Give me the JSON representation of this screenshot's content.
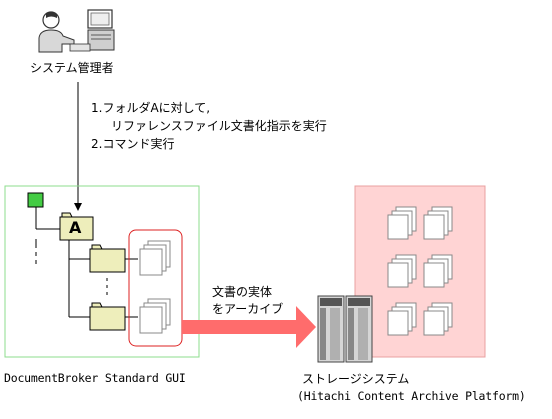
{
  "actor": {
    "label": "システム管理者",
    "icons": [
      "user-icon",
      "computer-icon"
    ]
  },
  "steps": {
    "step1_line1": "1.フォルダAに対して,",
    "step1_line2": "リファレンスファイル文書化指示を実行",
    "step2": "2.コマンド実行"
  },
  "gui": {
    "caption": "DocumentBroker Standard GUI",
    "selected_folder_label": "A",
    "icons": [
      "root-node-icon",
      "folder-icon",
      "document-stack-icon"
    ]
  },
  "transfer": {
    "label_line1": "文書の実体",
    "label_line2": "をアーカイブ"
  },
  "storage": {
    "caption_line1": "ストレージシステム",
    "caption_line2": "(Hitachi Content Archive Platform)",
    "icons": [
      "server-icon",
      "document-stack-icon"
    ]
  },
  "colors": {
    "gui_border": "#8edc8e",
    "root_node": "#44cc44",
    "folder_fill": "#eeeebb",
    "selected_highlight": "#dd2222",
    "archive_arrow": "#ff6c6c",
    "storage_fill": "#ffd4d4",
    "storage_border": "#e8a0a0"
  }
}
